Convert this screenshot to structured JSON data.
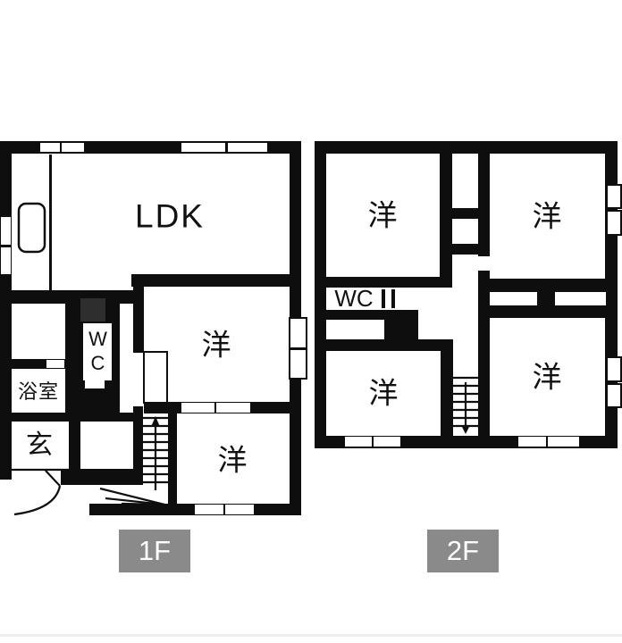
{
  "page": {
    "background": "#ffffff",
    "bottom_rule_color": "#ededed"
  },
  "palette": {
    "wall": "#0e0e0e",
    "room": "#ffffff",
    "badge_bg": "#8a8a8a",
    "badge_text": "#ffffff",
    "shaded_cabinet": "#2e2e2e"
  },
  "floor1": {
    "badge": "1F",
    "rooms": {
      "ldk": "LDK",
      "bedroom_middle": "洋",
      "bedroom_bottom": "洋",
      "wc": "WC",
      "bathroom": "浴室",
      "entrance": "玄"
    }
  },
  "floor2": {
    "badge": "2F",
    "rooms": {
      "bedroom_top_left": "洋",
      "bedroom_top_right": "洋",
      "bedroom_bottom_left": "洋",
      "bedroom_bottom_right": "洋",
      "wc": "WC"
    }
  }
}
